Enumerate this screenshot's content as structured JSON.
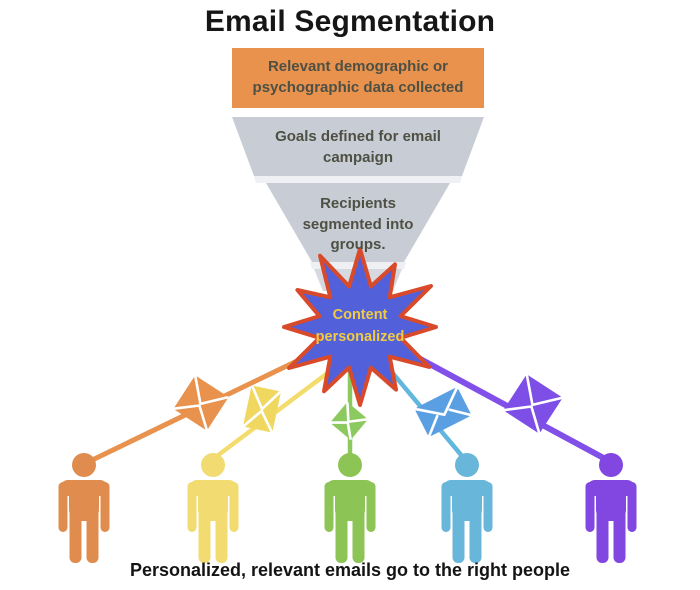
{
  "title": "Email Segmentation",
  "caption": "Personalized, relevant emails go to the right people",
  "funnel": {
    "stage1": {
      "label": "Relevant demographic or psychographic data collected",
      "fill": "#E8924E",
      "text_color": "#4E5044"
    },
    "stage2": {
      "label": "Goals defined for email campaign",
      "fill": "#C8CDD5"
    },
    "stage3": {
      "label": "Recipients segmented into groups.",
      "fill": "#C8CDD5"
    },
    "stage4": {
      "fill": "#D6DAE0"
    },
    "gap_fill": "#EEF0F3"
  },
  "star": {
    "label": "Content personalized",
    "fill": "#5261D9",
    "border": "#D94A2B",
    "text_color": "#EFCB45"
  },
  "recipients": [
    {
      "name": "orange",
      "person": "#DF8C4E",
      "line": "#E8924E",
      "envelope": "#E8924E"
    },
    {
      "name": "yellow",
      "person": "#F2DB70",
      "line": "#F3DC6B",
      "envelope": "#F0D75F"
    },
    {
      "name": "green",
      "person": "#8CC455",
      "line": "#8CC95F",
      "envelope": "#8CC95F"
    },
    {
      "name": "blue",
      "person": "#68B6D9",
      "line": "#62B8DC",
      "envelope": "#5B9FE3"
    },
    {
      "name": "purple",
      "person": "#8247E0",
      "line": "#8150E8",
      "envelope": "#7E4FE6"
    }
  ]
}
